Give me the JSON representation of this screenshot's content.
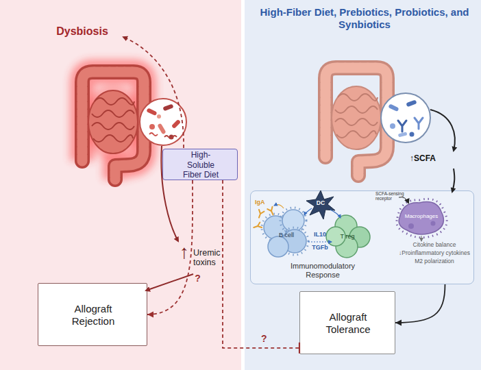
{
  "diagram": {
    "nodes": [
      {
        "text": [
          "Dysbiosis"
        ]
      },
      {
        "text": [
          "High-Fiber Diet, Prebiotics, Probiotics, and Synbiotics"
        ]
      },
      {
        "text": [
          "High-Soluble Fiber Diet"
        ]
      },
      {
        "text": [
          "Allograft Rejection"
        ],
        "in": 0
      },
      {
        "text": [
          "Immunomodulatory Response"
        ],
        "in": 1
      },
      {
        "text": [
          "Allograft Tolerance"
        ],
        "in": 1
      }
    ],
    "edges": [
      {
        "from": 2,
        "to": 3,
        "arrow": "to",
        "label": "?"
      },
      {
        "from": 2,
        "to": 5,
        "arrow": "to",
        "label": "?"
      },
      {
        "from": 4,
        "to": 5,
        "arrow": "to"
      }
    ],
    "labels": [
      "↑",
      "Uremic toxins",
      "↑SCFA",
      "IgA",
      "DC",
      "B cell",
      "IL10",
      "TGFb",
      "T reg",
      "SCFA-sensing receptor",
      "Macrophages",
      "Citokine balance",
      "↓Proinflammatory cytokines",
      "M2 polarization"
    ]
  }
}
